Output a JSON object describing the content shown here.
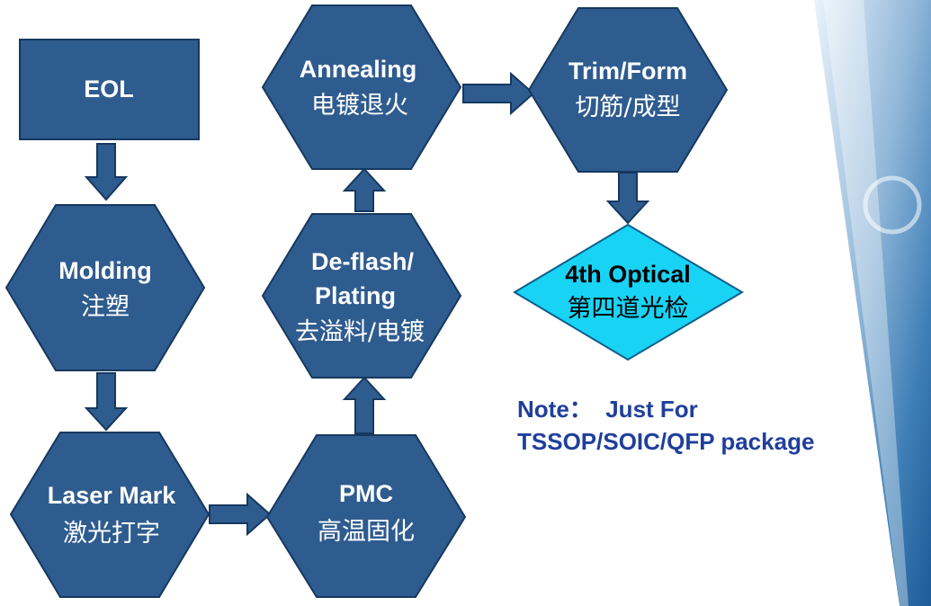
{
  "colors": {
    "node_fill": "#2f5c8f",
    "node_stroke": "#16385f",
    "final_fill": "#19d3f5",
    "final_stroke": "#0d5e8c",
    "note_text": "#1f3f9c"
  },
  "nodes": {
    "eol": {
      "label": "EOL"
    },
    "molding": {
      "label": "Molding",
      "sublabel": "注塑"
    },
    "laser_mark": {
      "label": "Laser Mark",
      "sublabel": "激光打字"
    },
    "pmc": {
      "label": "PMC",
      "sublabel": "高温固化"
    },
    "deflash": {
      "label": "De-flash/",
      "label2": "Plating",
      "sublabel": "去溢料/电镀"
    },
    "annealing": {
      "label": "Annealing",
      "sublabel": "电镀退火"
    },
    "trim_form": {
      "label": "Trim/Form",
      "sublabel": "切筋/成型"
    },
    "optical": {
      "label": "4th Optical",
      "sublabel": "第四道光检"
    }
  },
  "note": {
    "line1": "Note：  Just For",
    "line2": "TSSOP/SOIC/QFP package"
  }
}
